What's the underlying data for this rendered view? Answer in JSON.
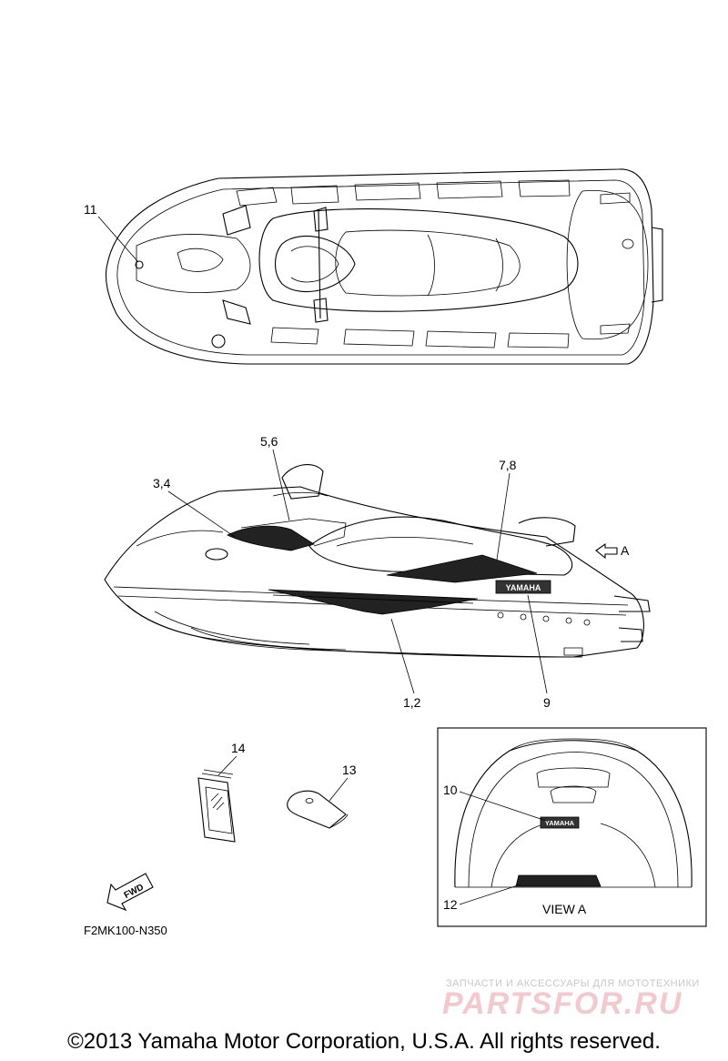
{
  "callouts": {
    "c11": "11",
    "c56": "5,6",
    "c34": "3,4",
    "c78": "7,8",
    "ca": "A",
    "c12pair": "1,2",
    "c9": "9",
    "c14": "14",
    "c13": "13",
    "c10": "10",
    "c12": "12"
  },
  "view_a_label": "VIEW A",
  "fwd_label": "FWD",
  "yamaha_decal": "YAMAHA",
  "part_code": "F2MK100-N350",
  "watermark": {
    "line1": "ЗАПЧАСТИ И АКСЕССУАРЫ ДЛЯ МОТОТЕХНИКИ",
    "line2": "PARTSFOR.RU"
  },
  "copyright": "©2013 Yamaha Motor Corporation, U.S.A. All rights reserved."
}
